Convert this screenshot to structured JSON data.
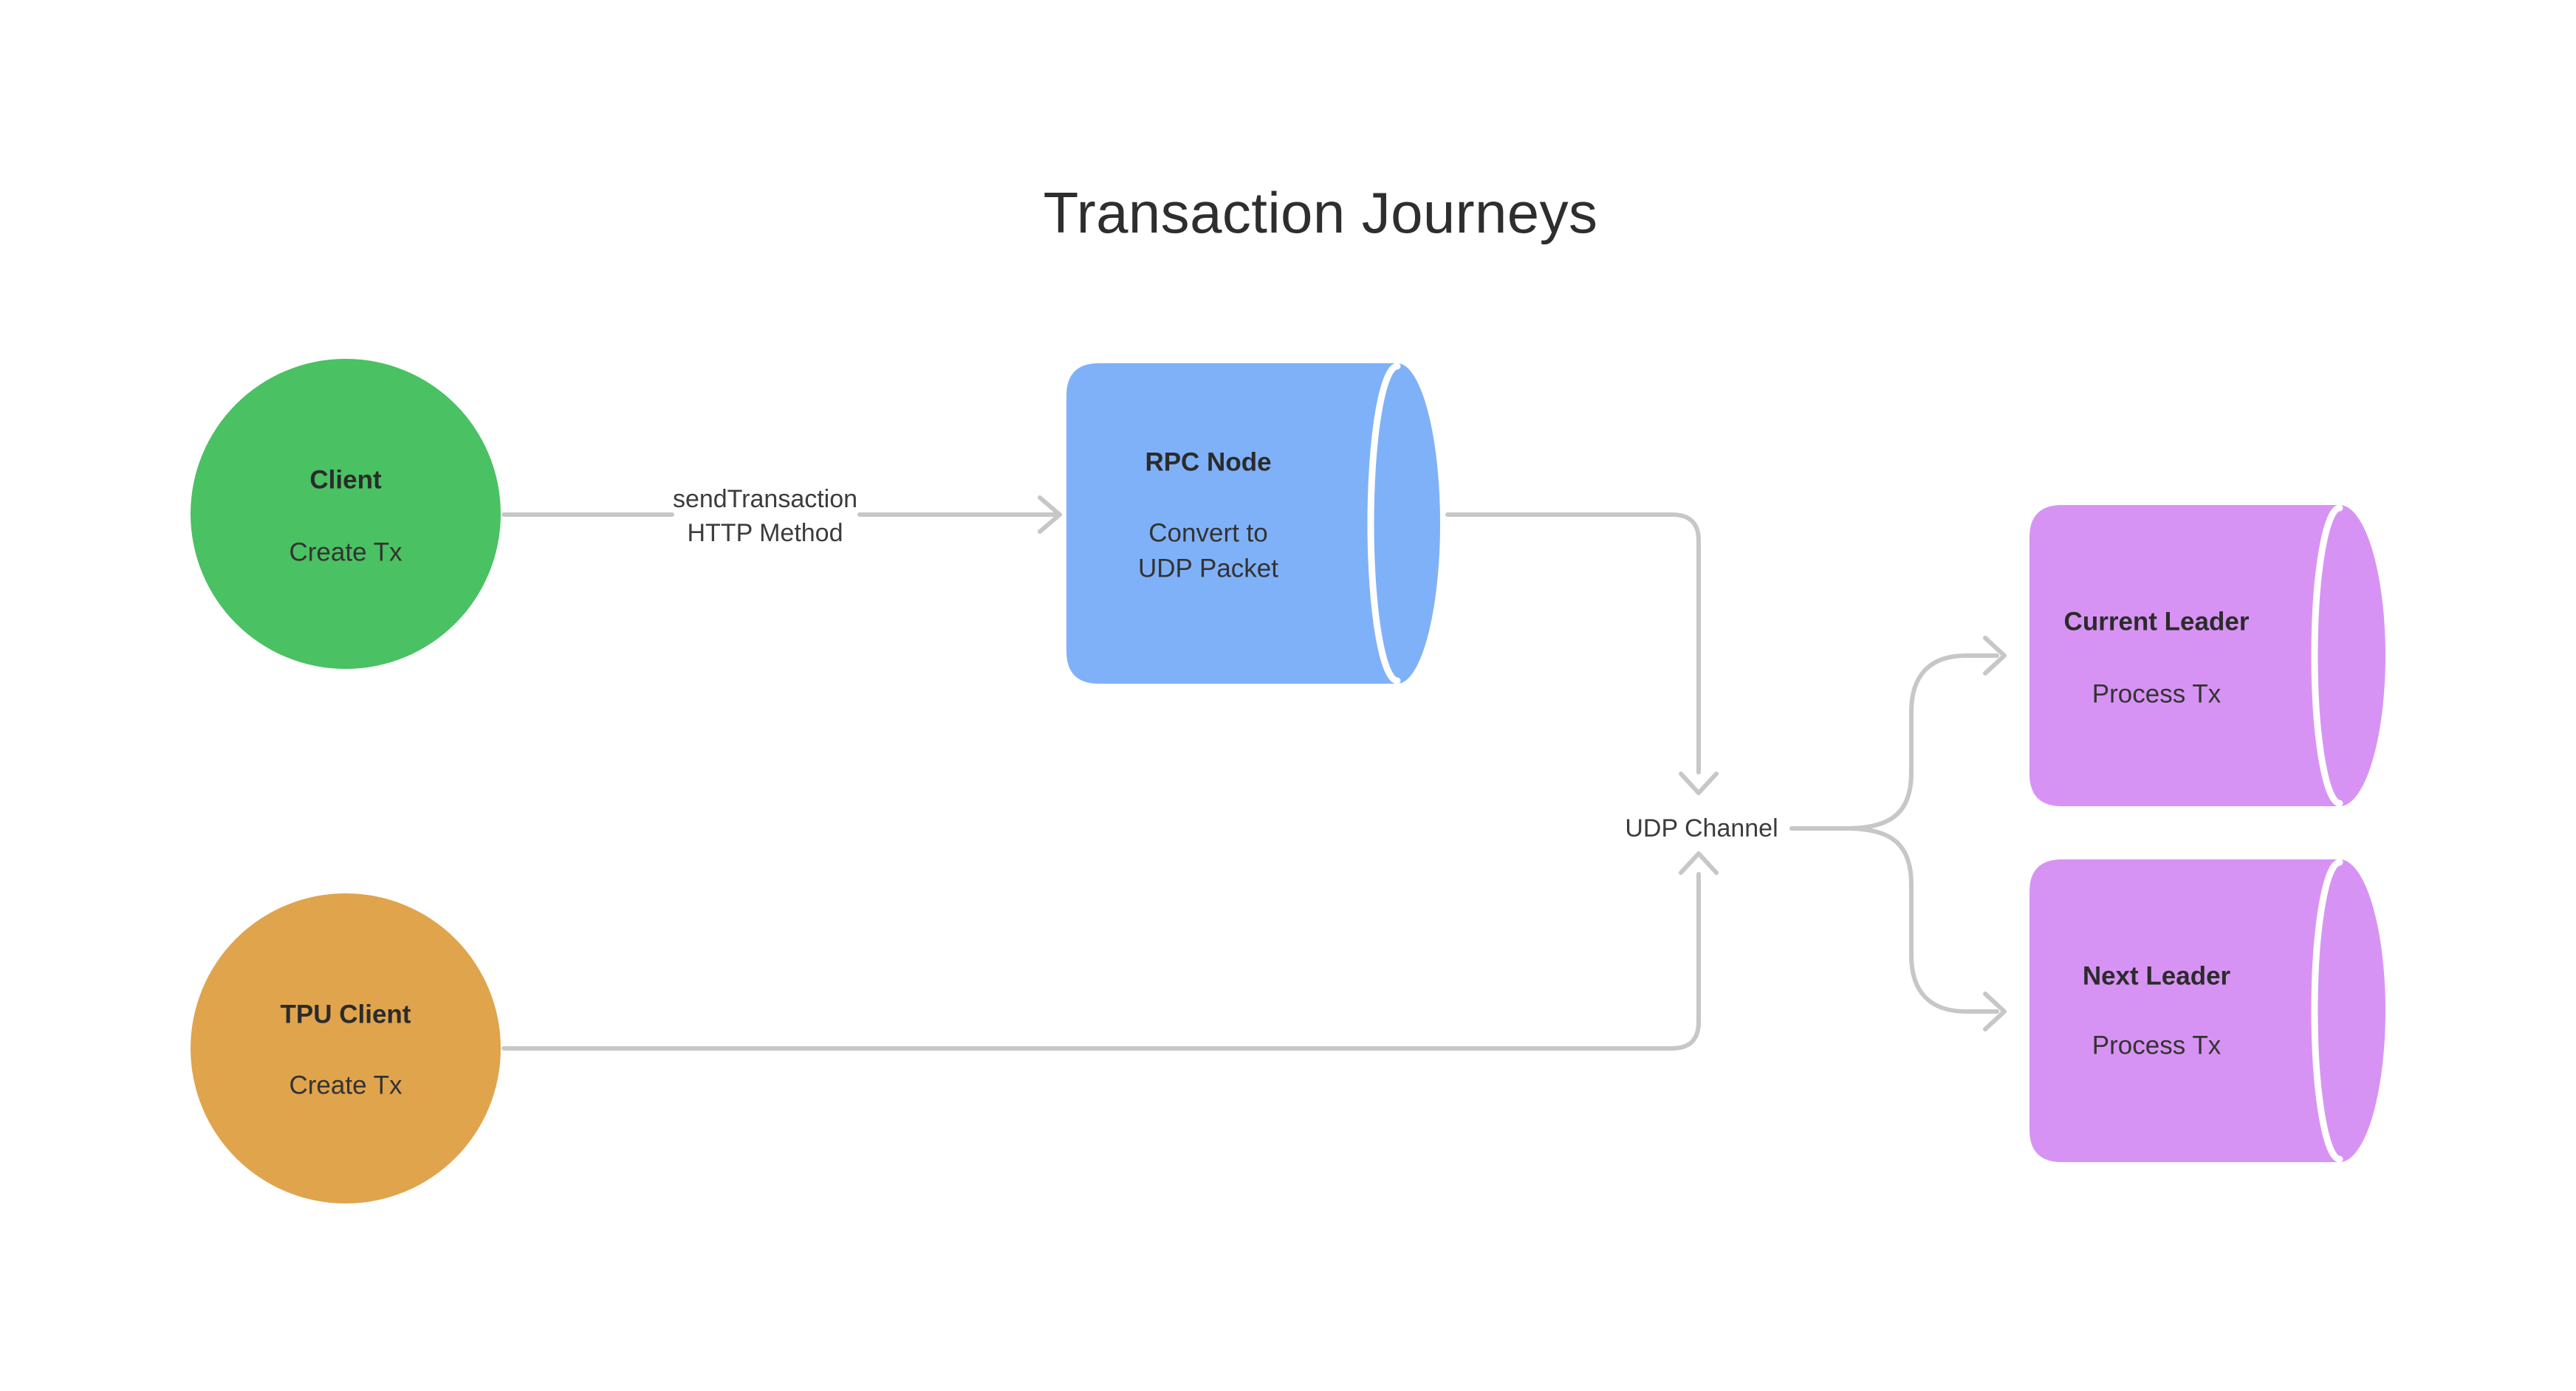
{
  "title": "Transaction Journeys",
  "colors": {
    "background": "#ffffff",
    "client_green": "#4ac162",
    "tpu_orange": "#e0a44d",
    "rpc_blue": "#7fb1f8",
    "leader_purple": "#d793f3",
    "connector": "#c7c7c7"
  },
  "nodes": {
    "client": {
      "title": "Client",
      "subtitle": "Create Tx"
    },
    "tpu_client": {
      "title": "TPU Client",
      "subtitle": "Create Tx"
    },
    "rpc_node": {
      "title": "RPC Node",
      "subtitle_line1": "Convert to",
      "subtitle_line2": "UDP Packet"
    },
    "current_leader": {
      "title": "Current Leader",
      "subtitle": "Process Tx"
    },
    "next_leader": {
      "title": "Next Leader",
      "subtitle": "Process Tx"
    }
  },
  "edges": {
    "send_transaction": {
      "label_line1": "sendTransaction",
      "label_line2": "HTTP Method"
    },
    "udp_channel": {
      "label": "UDP Channel"
    }
  }
}
